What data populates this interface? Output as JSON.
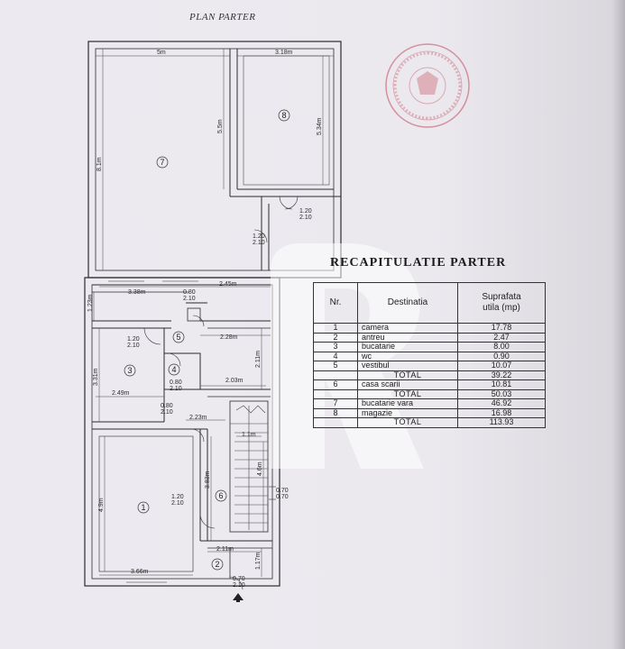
{
  "plan": {
    "title": "PLAN PARTER",
    "rooms": [
      "1",
      "2",
      "3",
      "4",
      "5",
      "6",
      "7",
      "8"
    ],
    "dimensions": {
      "d_5m": "5m",
      "d_318": "3.18m",
      "d_81": "8.1m",
      "d_55": "5.5m",
      "d_534": "5.34m",
      "d_338": "3.38m",
      "d_245": "2.45m",
      "d_123": "1.23m",
      "d_228": "2.28m",
      "d_331": "3.31m",
      "d_249": "2.49m",
      "d_203": "2.03m",
      "d_211a": "2.11m",
      "d_223": "2.23m",
      "d_11": "1.1m",
      "d_49": "4.9m",
      "d_383": "3.83m",
      "d_46": "4.6m",
      "d_366": "3.66m",
      "d_211b": "2.11m",
      "d_117": "1.17m"
    },
    "openings": {
      "o1": "0.80\n2.10",
      "o2": "1.20\n2.10",
      "o3": "0.80\n2.10",
      "o4": "1.20\n2.10",
      "o5": "0.70\n2.10",
      "o6": "0.80\n2.10",
      "o7": "1.20\n2.10",
      "o8": "0.70\n0.70",
      "o9": "1.20\n2.10"
    }
  },
  "recap": {
    "title": "RECAPITULATIE PARTER",
    "headers": {
      "nr": "Nr.",
      "destinatia": "Destinatia",
      "suprafata": "Suprafata\nutila (mp)"
    },
    "rows": [
      {
        "nr": "1",
        "name": "camera",
        "area": "17.78",
        "total": false
      },
      {
        "nr": "2",
        "name": "antreu",
        "area": "2.47",
        "total": false
      },
      {
        "nr": "3",
        "name": "bucatarie",
        "area": "8.00",
        "total": false
      },
      {
        "nr": "4",
        "name": "wc",
        "area": "0.90",
        "total": false
      },
      {
        "nr": "5",
        "name": "vestibul",
        "area": "10.07",
        "total": false
      },
      {
        "nr": "",
        "name": "TOTAL",
        "area": "39.22",
        "total": true
      },
      {
        "nr": "6",
        "name": "casa scarii",
        "area": "10.81",
        "total": false
      },
      {
        "nr": "",
        "name": "TOTAL",
        "area": "50.03",
        "total": true
      },
      {
        "nr": "7",
        "name": "bucatarie vara",
        "area": "46.92",
        "total": false
      },
      {
        "nr": "8",
        "name": "magazie",
        "area": "16.98",
        "total": false
      },
      {
        "nr": "",
        "name": "TOTAL",
        "area": "113.93",
        "total": true
      }
    ]
  },
  "colors": {
    "ink": "#2a2a2a",
    "stamp": "#c2475a",
    "paper": "#ebe9ee",
    "watermark": "#ffffff"
  }
}
